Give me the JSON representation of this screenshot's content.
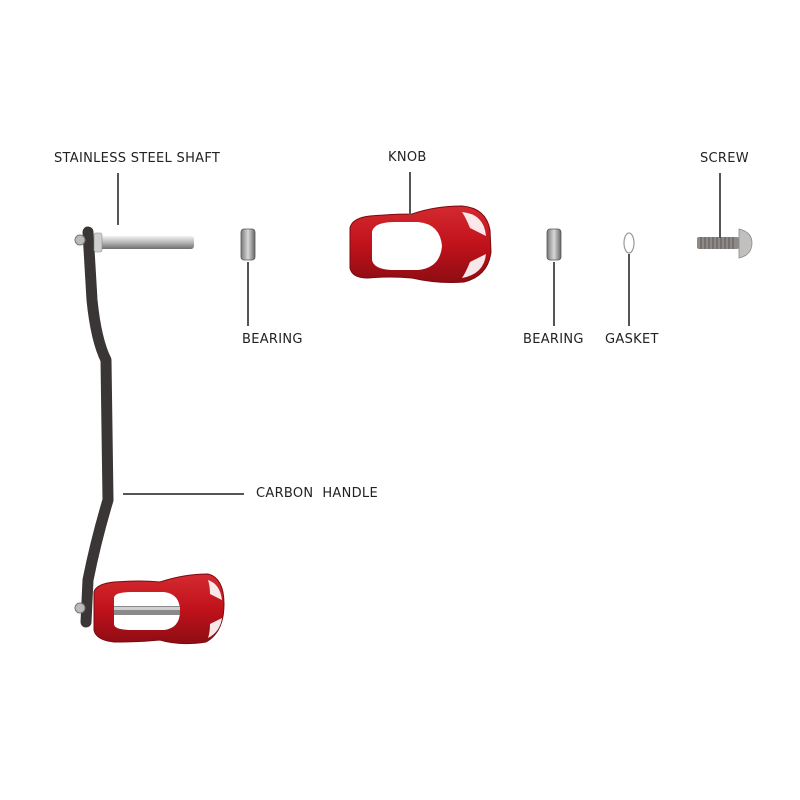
{
  "diagram": {
    "type": "exploded-parts-view",
    "subject": "fishing reel handle assembly",
    "colors": {
      "knob_red": "#c1121b",
      "knob_red_dark": "#7a0a10",
      "carbon": "#3a3636",
      "steel": "#c9c9c9",
      "leader_line": "#555555",
      "label_text": "#222222"
    },
    "parts": [
      {
        "id": "shaft",
        "label": "STAINLESS STEEL SHAFT"
      },
      {
        "id": "bearing-1",
        "label": "BEARING"
      },
      {
        "id": "knob",
        "label": "KNOB"
      },
      {
        "id": "bearing-2",
        "label": "BEARING"
      },
      {
        "id": "gasket",
        "label": "GASKET"
      },
      {
        "id": "screw",
        "label": "SCREW"
      },
      {
        "id": "handle",
        "label": "CARBON  HANDLE"
      }
    ]
  }
}
